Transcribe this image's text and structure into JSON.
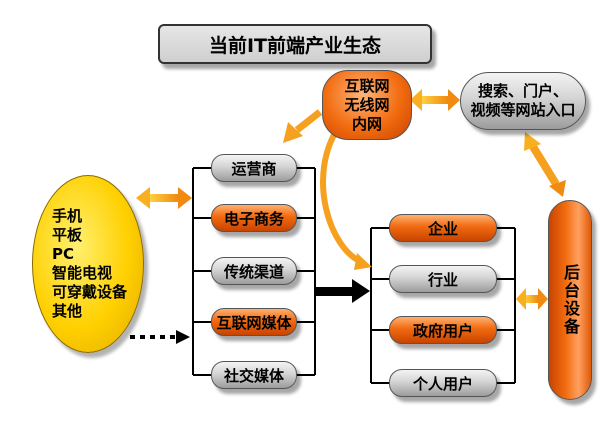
{
  "title": "当前IT前端产业生态",
  "devices": [
    "手机",
    "平板",
    "PC",
    "智能电视",
    "可穿戴设备",
    "其他"
  ],
  "internet": [
    "互联网",
    "无线网",
    "内网"
  ],
  "portals": [
    "搜索、门户、",
    "视频等网站入口"
  ],
  "channels": [
    "运营商",
    "电子商务",
    "传统渠道",
    "互联网媒体",
    "社交媒体"
  ],
  "users": [
    "企业",
    "行业",
    "政府用户",
    "个人用户"
  ],
  "backend": "后台设备",
  "colors": {
    "orange": "#f06a10",
    "gray": "#cfcfcf",
    "yellow": "#ffd000",
    "black": "#000000"
  }
}
